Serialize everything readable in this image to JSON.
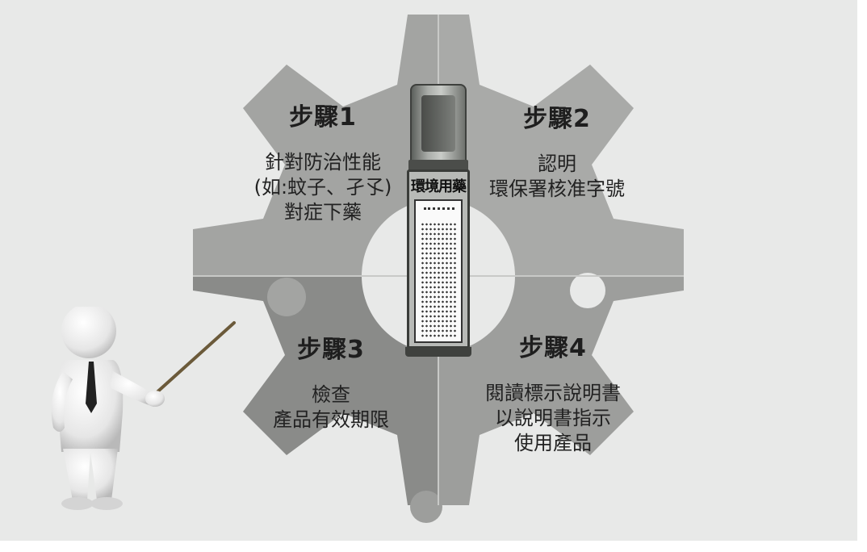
{
  "colors": {
    "background": "#e8e9e8",
    "gear_top_left": "#a3a4a2",
    "gear_top_right": "#a9aaa8",
    "gear_bottom_left": "#8a8b89",
    "gear_bottom_right": "#9d9e9c",
    "text": "#222222"
  },
  "product": {
    "label": "環境用藥"
  },
  "steps": [
    {
      "label": "步驟1",
      "lines": [
        "針對防治性能",
        "(如:蚊子、孑孓)",
        "對症下藥"
      ]
    },
    {
      "label": "步驟2",
      "lines": [
        "認明",
        "環保署核准字號"
      ]
    },
    {
      "label": "步驟3",
      "lines": [
        "檢查",
        "產品有效期限"
      ]
    },
    {
      "label": "步驟4",
      "lines": [
        "閱讀標示說明書",
        "以說明書指示",
        "使用產品"
      ]
    }
  ]
}
